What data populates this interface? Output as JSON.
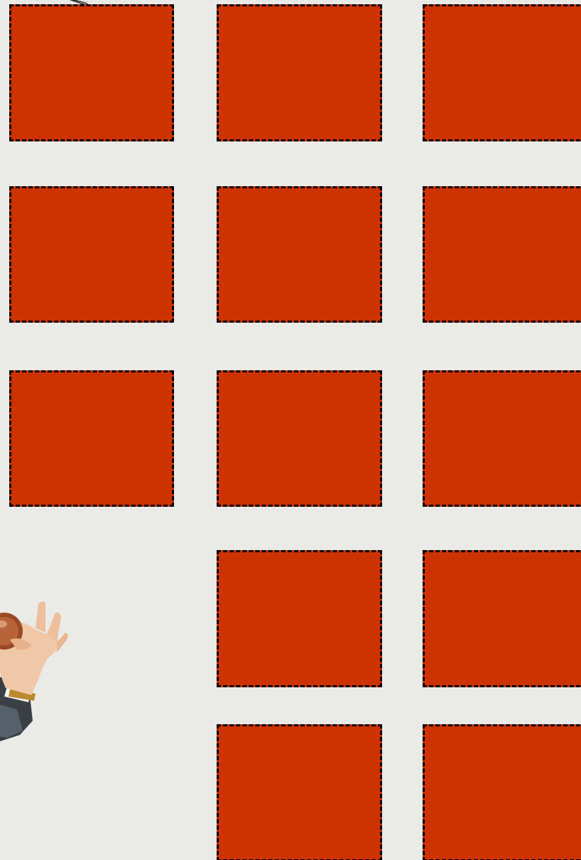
{
  "colors": {
    "background": "#EAEAE6",
    "tile_fill": "#CC3300",
    "tile_border": "#000000"
  },
  "tiles": [
    {
      "row": 0,
      "col": 0
    },
    {
      "row": 0,
      "col": 1
    },
    {
      "row": 0,
      "col": 2
    },
    {
      "row": 1,
      "col": 0
    },
    {
      "row": 1,
      "col": 1
    },
    {
      "row": 1,
      "col": 2
    },
    {
      "row": 2,
      "col": 0
    },
    {
      "row": 2,
      "col": 1
    },
    {
      "row": 2,
      "col": 2
    },
    {
      "row": 3,
      "col": 1
    },
    {
      "row": 3,
      "col": 2
    },
    {
      "row": 4,
      "col": 1
    },
    {
      "row": 4,
      "col": 2
    }
  ],
  "decorations": {
    "hand_image": "hand-holding-coin",
    "pen_tip": "pen-tip"
  }
}
